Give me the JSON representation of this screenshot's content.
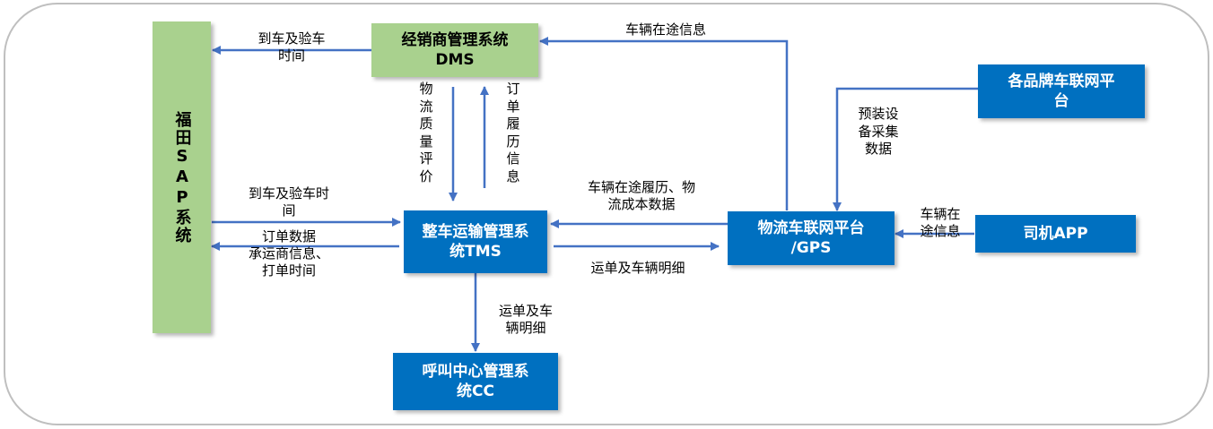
{
  "nodes": {
    "sap": "福田SAP系统",
    "dms_line1": "经销商管理系统",
    "dms_line2": "DMS",
    "tms_line1": "整车运输管理系",
    "tms_line2": "统TMS",
    "cc_line1": "呼叫中心管理系",
    "cc_line2": "统CC",
    "gps_line1": "物流车联网平台",
    "gps_line2": "/GPS",
    "brand_line1": "各品牌车联网平",
    "brand_line2": "台",
    "driver_app": "司机APP"
  },
  "labels": {
    "dms_to_sap_1": "到车及验车",
    "dms_to_sap_2": "时间",
    "gps_to_dms": "车辆在途信息",
    "dms_to_tms": "物流质量评价",
    "tms_to_dms": "订单履历信息",
    "sap_to_tms_1": "到车及验车时",
    "sap_to_tms_2": "间",
    "tms_to_sap_1": "订单数据",
    "tms_to_sap_2": "承运商信息、",
    "tms_to_sap_3": "打单时间",
    "gps_to_tms_1": "车辆在途履历、物",
    "gps_to_tms_2": "流成本数据",
    "tms_to_gps": "运单及车辆明细",
    "tms_to_cc_1": "运单及车",
    "tms_to_cc_2": "辆明细",
    "brand_to_gps": "预装设备采集数据",
    "app_to_gps_1": "车辆在",
    "app_to_gps_2": "途信息"
  },
  "colors": {
    "green_box": "#a9d18e",
    "blue_box": "#0070c0",
    "arrow": "#4472c4",
    "frame": "#bfbfbf"
  }
}
